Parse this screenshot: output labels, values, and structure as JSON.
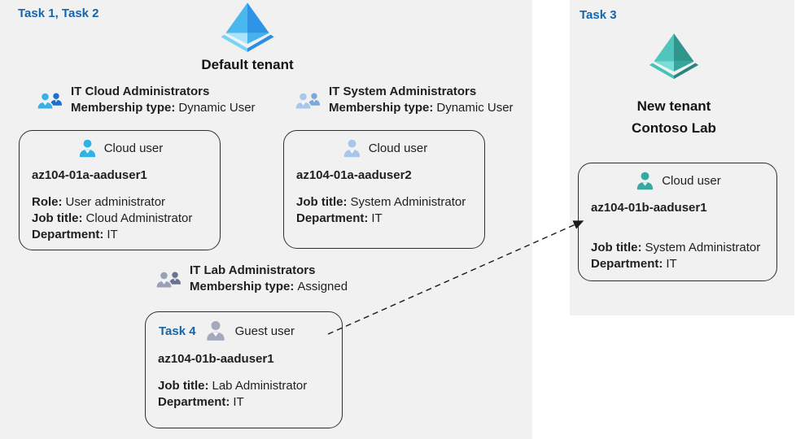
{
  "colors": {
    "panel_bg": "#f1f1f1",
    "task_label": "#1565ad",
    "body_text": "#1f1f1f",
    "card_border": "#2f2f2f"
  },
  "icons": {
    "tenant": "azure-ad-pyramid-icon",
    "user": "person-icon",
    "group": "people-group-icon",
    "arrow": "dashed-arrow"
  },
  "left": {
    "task_label": "Task 1, Task 2",
    "tenant_name": "Default tenant",
    "groups": [
      {
        "name": "IT Cloud Administrators",
        "membership_label": "Membership type:",
        "membership_value": "Dynamic User"
      },
      {
        "name": "IT System Administrators",
        "membership_label": "Membership type:",
        "membership_value": "Dynamic User"
      },
      {
        "name": "IT Lab Administrators",
        "membership_label": "Membership type:",
        "membership_value": "Assigned"
      }
    ],
    "cards": [
      {
        "user_type": "Cloud user",
        "name": "az104-01a-aaduser1",
        "attrs": [
          [
            "Role:",
            "User administrator"
          ],
          [
            "Job title:",
            "Cloud Administrator"
          ],
          [
            "Department:",
            "IT"
          ]
        ]
      },
      {
        "user_type": "Cloud user",
        "name": "az104-01a-aaduser2",
        "attrs": [
          [
            "Job title:",
            "System Administrator"
          ],
          [
            "Department:",
            "IT"
          ]
        ]
      },
      {
        "task_label": "Task 4",
        "user_type": "Guest user",
        "name": "az104-01b-aaduser1",
        "attrs": [
          [
            "Job title:",
            "Lab Administrator"
          ],
          [
            "Department:",
            "IT"
          ]
        ]
      }
    ]
  },
  "right": {
    "task_label": "Task 3",
    "tenant_line1": "New tenant",
    "tenant_line2": "Contoso Lab",
    "card": {
      "user_type": "Cloud user",
      "name": "az104-01b-aaduser1",
      "attrs": [
        [
          "Job title:",
          "System Administrator"
        ],
        [
          "Department:",
          "IT"
        ]
      ]
    }
  }
}
